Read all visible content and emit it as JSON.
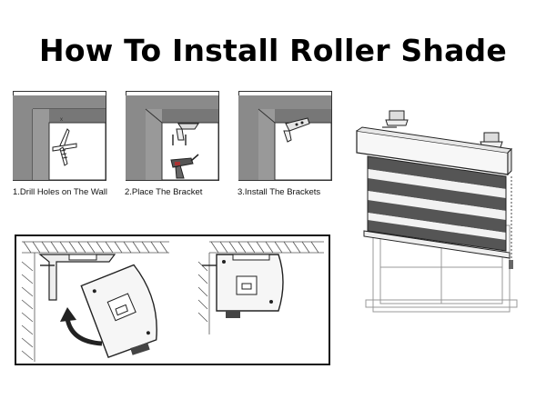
{
  "title": "How To Install Roller Shade",
  "steps": [
    {
      "label": "1.Drill Holes on The Wall"
    },
    {
      "label": "2.Place The Bracket"
    },
    {
      "label": "3.Install The Brackets"
    }
  ],
  "colors": {
    "ink": "#222222",
    "frame_fill": "#7a7a7a",
    "shade_dark": "#555555",
    "arrow": "#222222"
  },
  "icons": [
    "drill-icon",
    "screw-icon",
    "bracket-icon",
    "curved-arrow-icon"
  ]
}
